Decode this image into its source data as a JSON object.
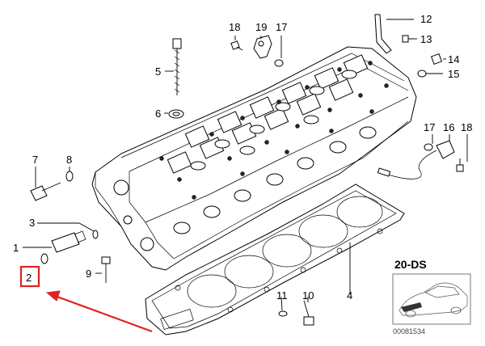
{
  "callouts": {
    "c1": "1",
    "c2": "2",
    "c3": "3",
    "c4": "4",
    "c5": "5",
    "c6": "6",
    "c7": "7",
    "c8": "8",
    "c9": "9",
    "c10": "10",
    "c11": "11",
    "c12": "12",
    "c13": "13",
    "c14": "14",
    "c15": "15",
    "c16": "16",
    "c17a": "17",
    "c17b": "17",
    "c18a": "18",
    "c18b": "18",
    "c19": "19"
  },
  "inset": {
    "model_label": "20-DS",
    "diagram_number": "00081534"
  },
  "colors": {
    "highlight": "#e02020",
    "ink": "#000000"
  }
}
